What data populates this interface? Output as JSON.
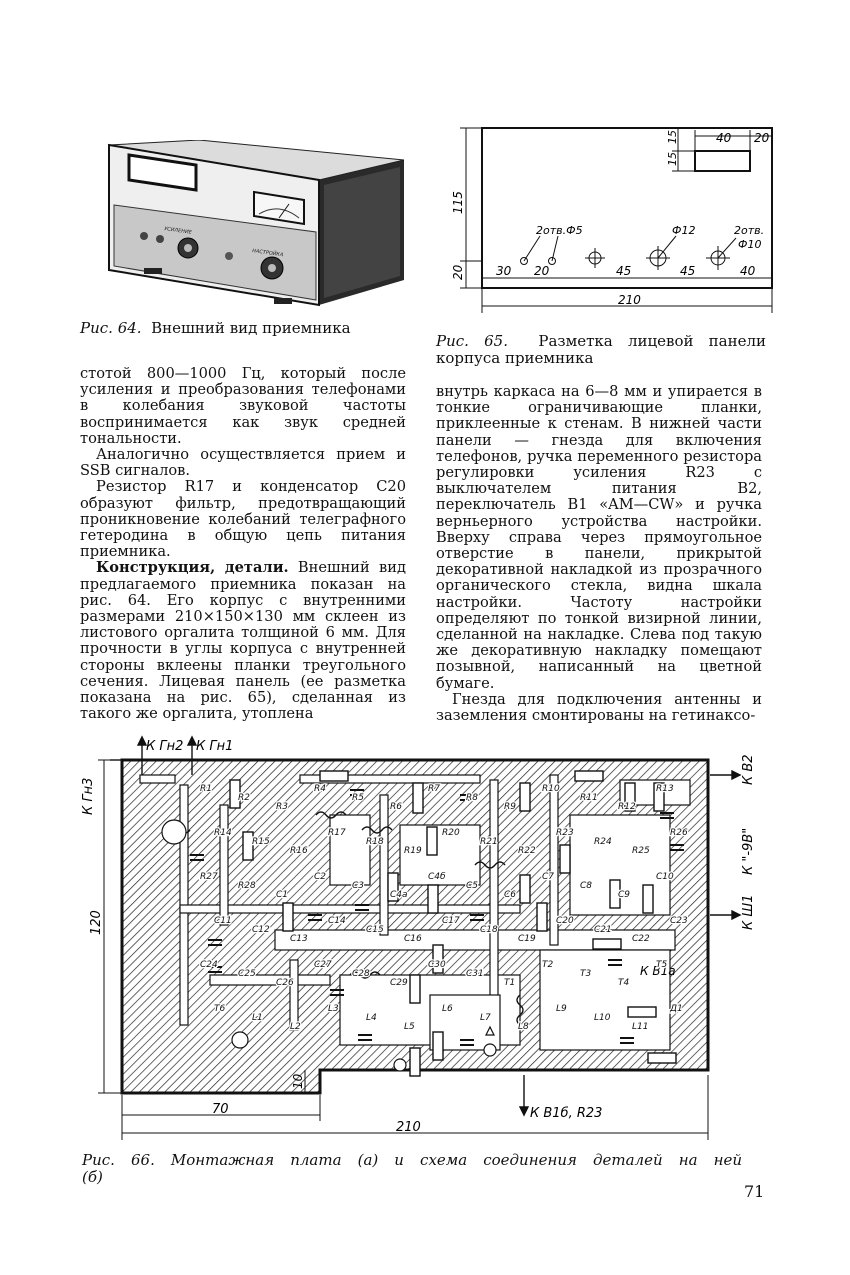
{
  "fig64": {
    "caption_num": "Рис. 64.",
    "caption_text": "Внешний вид приемника"
  },
  "fig65": {
    "caption_num": "Рис. 65.",
    "caption_text": "Разметка лицевой панели корпуса приемника",
    "dims": {
      "d40": "40",
      "d20a": "20",
      "d15a": "15",
      "d15b": "15",
      "d115": "115",
      "holes1": "2отв.Ф5",
      "phi12": "Ф12",
      "holes2": "2отв.",
      "phi10": "Ф10",
      "d20b": "20",
      "d30": "30",
      "d20c": "20",
      "d45a": "45",
      "d45b": "45",
      "d40b": "40",
      "d210": "210"
    }
  },
  "left_col": [
    {
      "text": "стотой 800—1000 Гц, который после усиления и преобразования телефонами в колебания звуковой частоты воспринимается как звук средней тональности.",
      "noind": true
    },
    {
      "text": "Аналогично осуществляется прием и SSB сигналов."
    },
    {
      "text": "Резистор R17 и конденсатор C20 образуют фильтр, предотвращающий проникновение колебаний телеграфного гетеродина в общую цепь питания приемника."
    },
    {
      "bold": "Конструкция, детали.",
      "text": " Внешний вид предлагаемого приемника показан на рис. 64. Его корпус с внутренними размерами 210×150×130 мм склеен из листового оргалита толщиной 6 мм. Для прочности в углы корпуса с внутренней стороны вклеены планки треугольного сечения. Лицевая панель (ее разметка показана на рис. 65), сделанная из такого же оргалита, утоплена"
    }
  ],
  "right_col": [
    {
      "text": "внутрь каркаса на 6—8 мм и упирается в тонкие ограничивающие планки, приклеенные к стенам. В нижней части панели — гнезда для включения телефонов, ручка переменного резистора регулировки усиления R23 с выключателем питания B2, переключатель B1 «AM—CW» и ручка верньерного устройства настройки. Вверху справа через прямоугольное отверстие в панели, прикрытой декоративной накладкой из прозрачного органического стекла, видна шкала настройки. Частоту настройки определяют по тонкой визирной линии, сделанной на накладке. Слева под такую же декоративную накладку помещают позывной, написанный на цветной бумаге.",
      "noind": true
    },
    {
      "text": "Гнезда для подключения антенны и заземления смонтированы на гетинаксо-"
    }
  ],
  "fig66": {
    "caption": "Рис. 66. Монтажная плата (а) и схема соединения деталей на ней (б)",
    "labels": {
      "kgn2": "К Гн2",
      "kgn1": "К Гн1",
      "kgn3": "К Гн3",
      "kv2": "К В2",
      "k9v": "К \"-9В\"",
      "kgn4": "К Ш1",
      "kv1a": "К В1а",
      "kv1b": "К В1б, R23",
      "d120": "120",
      "d10": "10",
      "d70": "70",
      "d210": "210"
    },
    "parts": [
      "R1",
      "R2",
      "R3",
      "R4",
      "R5",
      "R6",
      "R7",
      "R8",
      "R9",
      "R10",
      "R11",
      "R12",
      "R13",
      "R14",
      "R15",
      "R16",
      "R17",
      "R18",
      "R19",
      "R20",
      "R21",
      "R22",
      "R23",
      "R24",
      "R25",
      "R26",
      "R27",
      "R28",
      "C1",
      "C2",
      "C3",
      "C4а",
      "C4б",
      "C5",
      "C6",
      "C7",
      "C8",
      "C9",
      "C10",
      "C11",
      "C12",
      "C13",
      "C14",
      "C15",
      "C16",
      "C17",
      "C18",
      "C19",
      "C20",
      "C21",
      "C22",
      "C23",
      "C24",
      "C25",
      "C26",
      "C27",
      "C28",
      "C29",
      "C30",
      "C31",
      "Т1",
      "Т2",
      "Т3",
      "Т4",
      "Т5",
      "Т6",
      "L1",
      "L2",
      "L3",
      "L4",
      "L5",
      "L6",
      "L7",
      "L8",
      "L9",
      "L10",
      "L11",
      "Д1"
    ]
  },
  "page_number": "71"
}
